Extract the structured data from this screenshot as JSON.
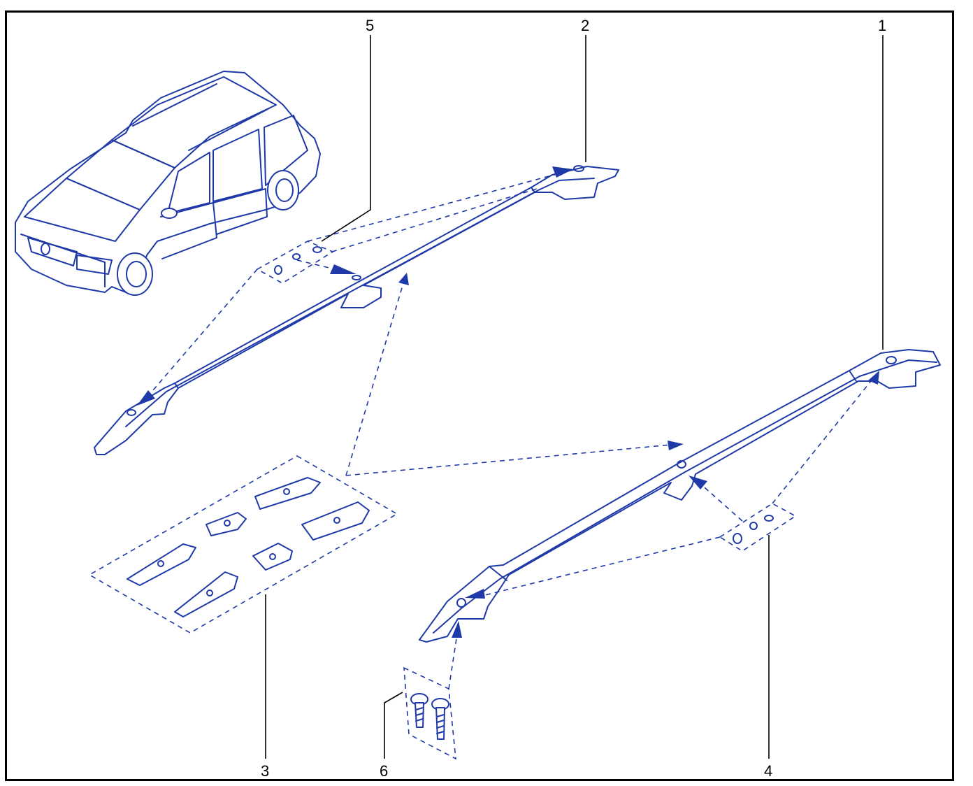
{
  "diagram": {
    "callouts": [
      {
        "id": "1",
        "label": "1"
      },
      {
        "id": "2",
        "label": "2"
      },
      {
        "id": "3",
        "label": "3"
      },
      {
        "id": "4",
        "label": "4"
      },
      {
        "id": "5",
        "label": "5"
      },
      {
        "id": "6",
        "label": "6"
      }
    ]
  },
  "colors": {
    "line_art": "#1f3aa8",
    "frame": "#000000",
    "callout_text": "#000000"
  }
}
